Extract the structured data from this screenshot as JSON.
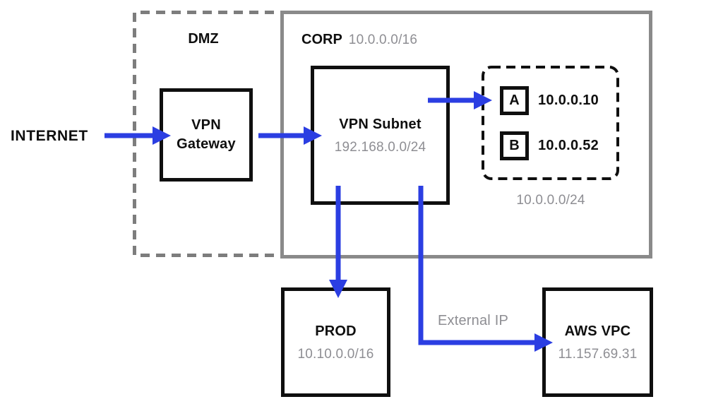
{
  "diagram": {
    "internet_label": "INTERNET",
    "zones": {
      "dmz": {
        "label": "DMZ"
      },
      "corp": {
        "label": "CORP",
        "cidr": "10.0.0.0/16"
      }
    },
    "nodes": {
      "vpn_gateway": {
        "label": "VPN Gateway"
      },
      "vpn_subnet": {
        "label": "VPN Subnet",
        "cidr": "192.168.0.0/24"
      },
      "hosts_group": {
        "cidr": "10.0.0.0/24",
        "hosts": [
          {
            "name": "A",
            "ip": "10.0.0.10"
          },
          {
            "name": "B",
            "ip": "10.0.0.52"
          }
        ]
      },
      "prod": {
        "label": "PROD",
        "cidr": "10.10.0.0/16"
      },
      "aws_vpc": {
        "label": "AWS VPC",
        "ip": "11.157.69.31"
      }
    },
    "edges": {
      "external_ip_label": "External IP"
    },
    "colors": {
      "arrow": "#2B3EE2",
      "zone_border": "#8A8A8A",
      "dmz_dash": "#7D7D7D",
      "node_border": "#0f0f0f",
      "muted_text": "#8E8E93"
    }
  }
}
